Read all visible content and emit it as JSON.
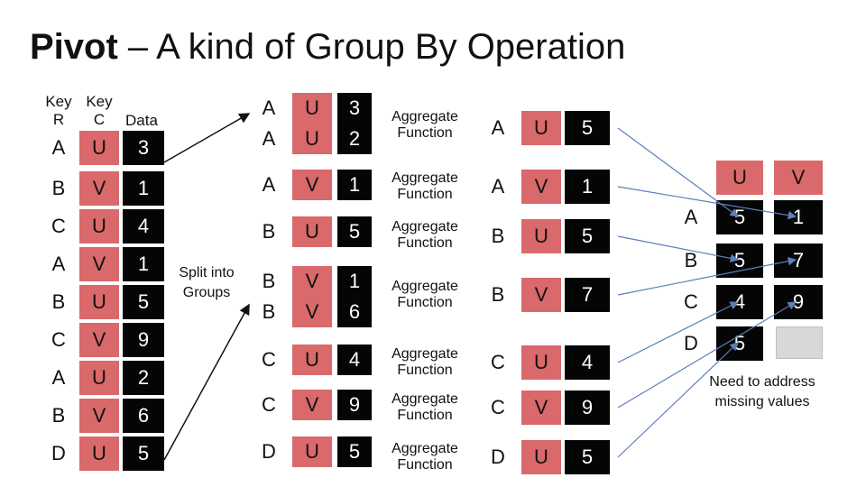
{
  "title": {
    "bold": "Pivot",
    "rest": " – A kind of Group By Operation"
  },
  "headers": {
    "key_r": "Key\nR",
    "key_c": "Key\nC",
    "data": "Data"
  },
  "source_rows": [
    [
      "A",
      "U",
      "3"
    ],
    [
      "B",
      "V",
      "1"
    ],
    [
      "C",
      "U",
      "4"
    ],
    [
      "A",
      "V",
      "1"
    ],
    [
      "B",
      "U",
      "5"
    ],
    [
      "C",
      "V",
      "9"
    ],
    [
      "A",
      "U",
      "2"
    ],
    [
      "B",
      "V",
      "6"
    ],
    [
      "D",
      "U",
      "5"
    ]
  ],
  "split_label": "Split into\nGroups",
  "groups": [
    [
      [
        "A",
        "U",
        "3"
      ],
      [
        "A",
        "U",
        "2"
      ]
    ],
    [
      [
        "A",
        "V",
        "1"
      ]
    ],
    [
      [
        "B",
        "U",
        "5"
      ]
    ],
    [
      [
        "B",
        "V",
        "1"
      ],
      [
        "B",
        "V",
        "6"
      ]
    ],
    [
      [
        "C",
        "U",
        "4"
      ]
    ],
    [
      [
        "C",
        "V",
        "9"
      ]
    ],
    [
      [
        "D",
        "U",
        "5"
      ]
    ]
  ],
  "aggregate_label": "Aggregate\nFunction",
  "aggregated": [
    [
      "A",
      "U",
      "5"
    ],
    [
      "A",
      "V",
      "1"
    ],
    [
      "B",
      "U",
      "5"
    ],
    [
      "B",
      "V",
      "7"
    ],
    [
      "C",
      "U",
      "4"
    ],
    [
      "C",
      "V",
      "9"
    ],
    [
      "D",
      "U",
      "5"
    ]
  ],
  "pivot": {
    "col_headers": [
      "U",
      "V"
    ],
    "rows": [
      {
        "key": "A",
        "u": "5",
        "v": "1"
      },
      {
        "key": "B",
        "u": "5",
        "v": "7"
      },
      {
        "key": "C",
        "u": "4",
        "v": "9"
      },
      {
        "key": "D",
        "u": "5",
        "v": ""
      }
    ]
  },
  "note": "Need to address\nmissing values",
  "colors": {
    "key_r": "#ffffff",
    "key_c": "#d9696a",
    "data": "#050505",
    "missing": "#d8d8d8"
  }
}
